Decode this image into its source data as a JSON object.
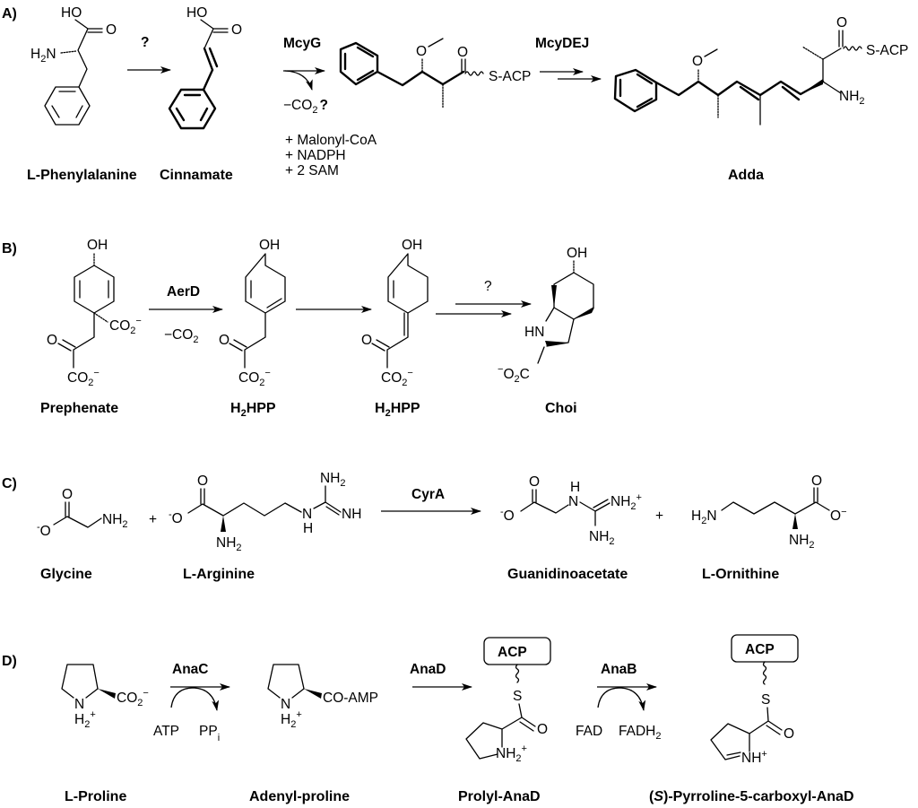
{
  "figure": {
    "panels": [
      {
        "id": "A",
        "label": "A)",
        "compounds": [
          {
            "name": "L-Phenylalanine",
            "atoms": [
              "HO",
              "O",
              "H",
              "2",
              "N"
            ]
          },
          {
            "name": "Cinnamate",
            "atoms": [
              "HO",
              "O"
            ]
          },
          {
            "name": "",
            "atoms": [
              "O",
              "O",
              "S-ACP"
            ]
          },
          {
            "name": "Adda",
            "atoms": [
              "O",
              "O",
              "S-ACP",
              "NH",
              "2"
            ]
          }
        ],
        "steps": [
          {
            "enzyme": "?",
            "side": ""
          },
          {
            "enzyme": "McyG",
            "side": "−CO",
            "side_sub": "2",
            "side_suffix": "?",
            "cofactors": [
              "+ Malonyl-CoA",
              "+ NADPH",
              "+ 2 SAM"
            ]
          },
          {
            "enzyme": "McyDEJ"
          }
        ]
      },
      {
        "id": "B",
        "label": "B)",
        "compounds": [
          {
            "name": "Prephenate",
            "atoms": [
              "OH",
              "CO",
              "2",
              "−",
              "O",
              "CO",
              "2",
              "−"
            ]
          },
          {
            "name_main": "H",
            "name_sub": "2",
            "name_rest": "HPP",
            "atoms": [
              "OH",
              "O",
              "CO",
              "2",
              "−"
            ]
          },
          {
            "name_main": "H",
            "name_sub": "2",
            "name_rest": "HPP",
            "atoms": [
              "OH",
              "O",
              "CO",
              "2",
              "−"
            ]
          },
          {
            "name": "Choi",
            "atoms": [
              "OH",
              "HN",
              "−",
              "O",
              "2",
              "C"
            ]
          }
        ],
        "steps": [
          {
            "enzyme": "AerD",
            "side": "−CO",
            "side_sub": "2"
          },
          {
            "enzyme": ""
          },
          {
            "enzyme": "?"
          }
        ]
      },
      {
        "id": "C",
        "label": "C)",
        "compounds": [
          {
            "name": "Glycine",
            "atoms": [
              "O",
              "-",
              "O",
              "NH",
              "2"
            ]
          },
          {
            "name": "L-Arginine",
            "atoms": [
              "O",
              "-",
              "O",
              "NH",
              "2",
              "N",
              "H",
              "NH",
              "NH",
              "2"
            ]
          },
          {
            "name": "Guanidinoacetate",
            "atoms": [
              "O",
              "-",
              "O",
              "H",
              "N",
              "NH",
              "2",
              "+",
              "NH",
              "2"
            ]
          },
          {
            "name": "L-Ornithine",
            "atoms": [
              "H",
              "2",
              "N",
              "O",
              "O",
              "−",
              "NH",
              "2"
            ]
          }
        ],
        "plus": "+",
        "steps": [
          {
            "enzyme": "CyrA"
          }
        ]
      },
      {
        "id": "D",
        "label": "D)",
        "compounds": [
          {
            "name": "L-Proline",
            "atoms": [
              "N",
              "H",
              "2",
              "+",
              "CO",
              "2",
              "−"
            ]
          },
          {
            "name": "Adenyl-proline",
            "atoms": [
              "N",
              "H",
              "2",
              "+",
              "CO-AMP"
            ]
          },
          {
            "name": "Prolyl-AnaD",
            "atoms": [
              "ACP",
              "S",
              "O",
              "NH",
              "2",
              "+"
            ]
          },
          {
            "name_prefix": "(",
            "name_italic": "S",
            "name_rest": ")-Pyrroline-5-carboxyl-AnaD",
            "atoms": [
              "ACP",
              "S",
              "O",
              "NH",
              "+"
            ]
          }
        ],
        "steps": [
          {
            "enzyme": "AnaC",
            "in": "ATP",
            "out": "PP",
            "out_sub": "i"
          },
          {
            "enzyme": "AnaD"
          },
          {
            "enzyme": "AnaB",
            "in": "FAD",
            "out": "FADH",
            "out_sub": "2"
          }
        ]
      }
    ]
  }
}
